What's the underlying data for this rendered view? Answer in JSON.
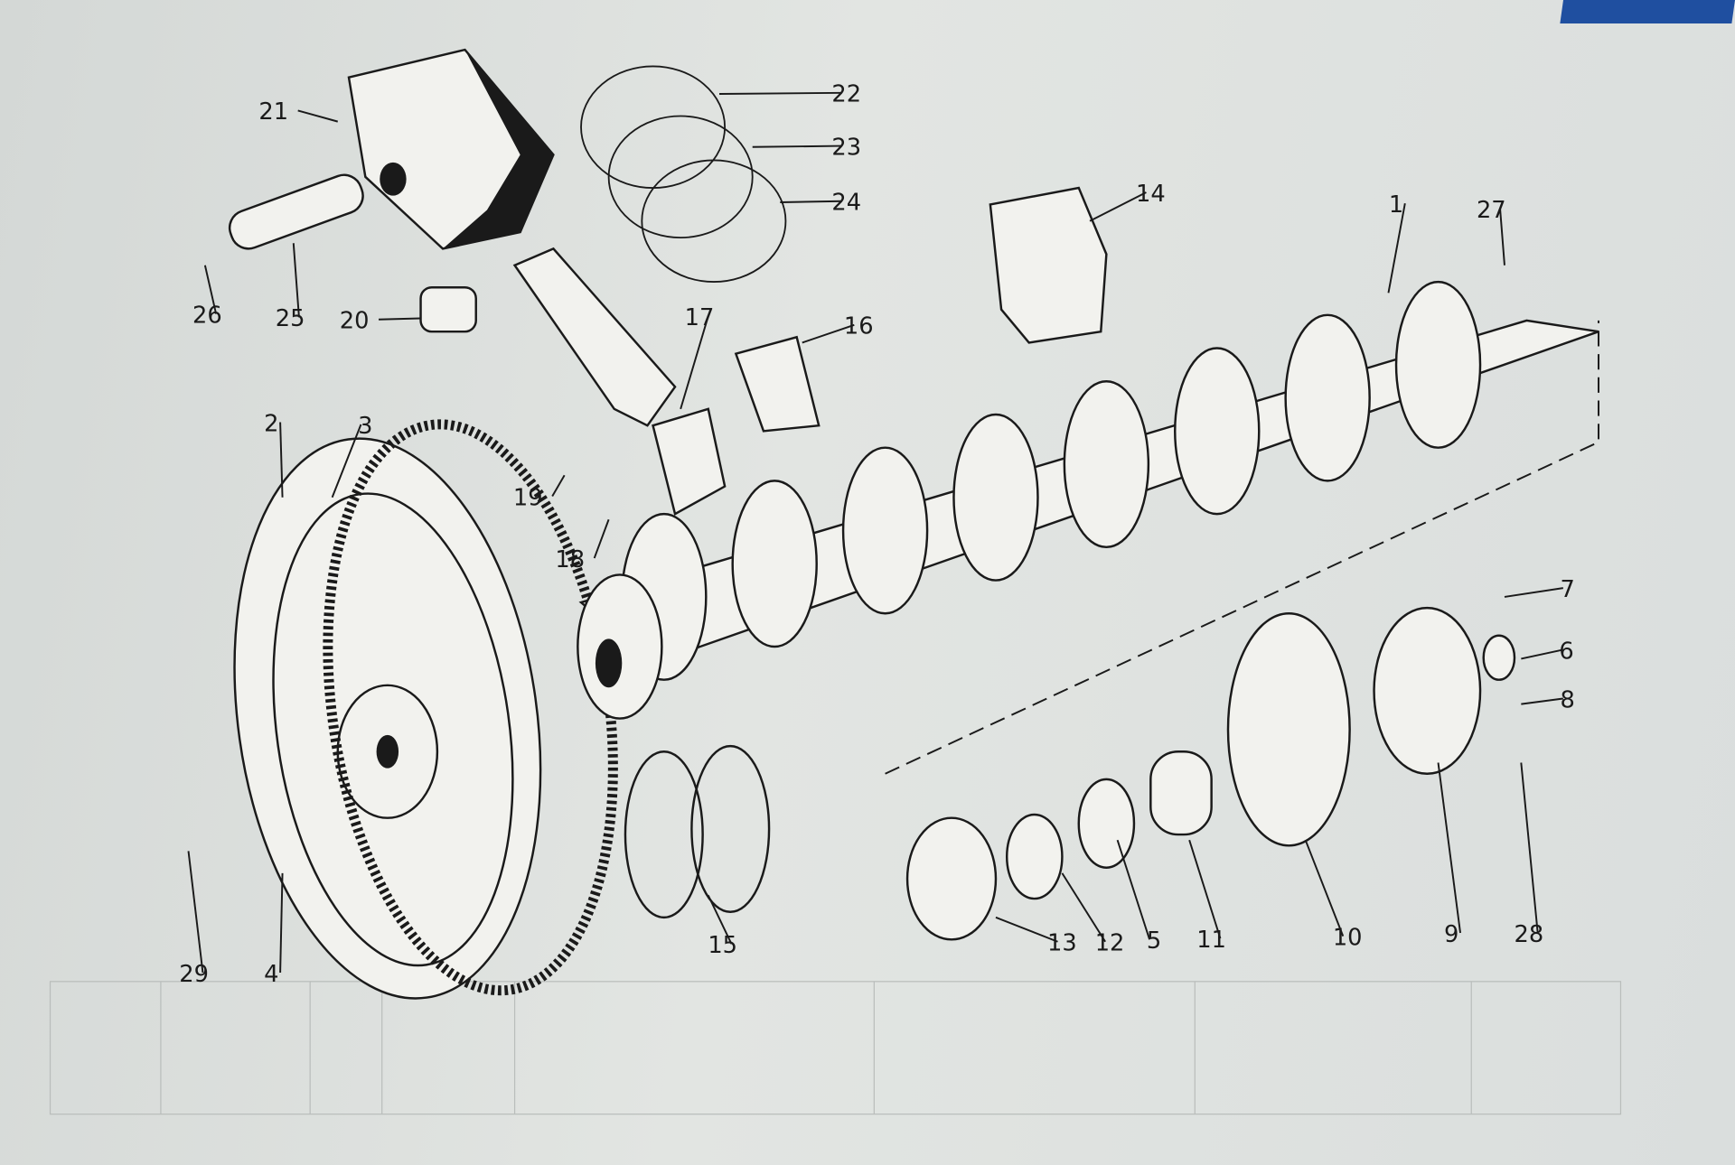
{
  "figure": {
    "accent_color": "#1f4fa0",
    "part_labels": [
      "1",
      "2",
      "3",
      "4",
      "5",
      "6",
      "7",
      "8",
      "9",
      "10",
      "11",
      "12",
      "13",
      "14",
      "15",
      "16",
      "17",
      "18",
      "19",
      "20",
      "21",
      "22",
      "23",
      "24",
      "25",
      "26",
      "27",
      "28",
      "29"
    ]
  }
}
